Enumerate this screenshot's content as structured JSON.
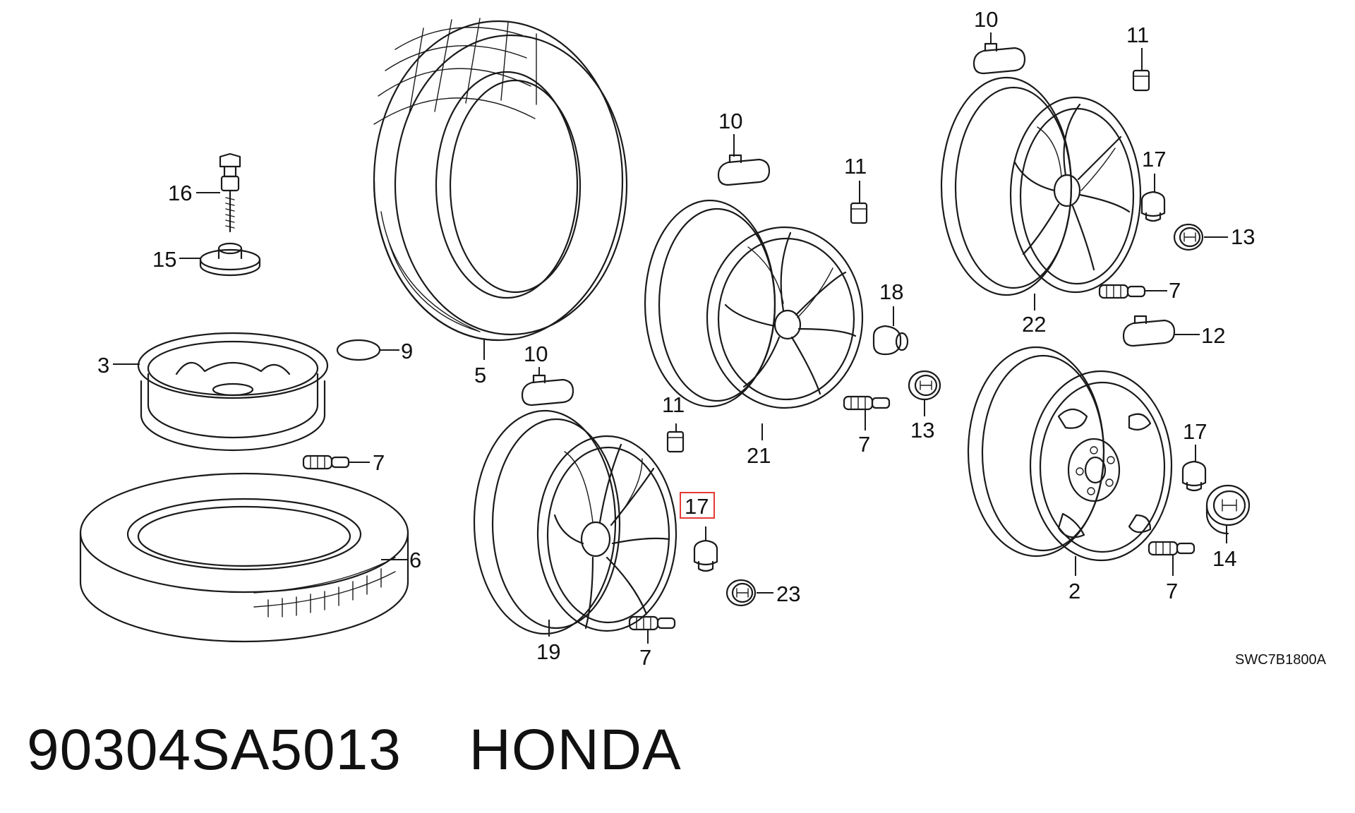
{
  "diagram": {
    "code": "SWC7B1800A",
    "highlighted_callout": "17",
    "accent_color": "#e53935"
  },
  "callouts": {
    "c16": "16",
    "c15": "15",
    "c3": "3",
    "c9": "9",
    "c5": "5",
    "c7a": "7",
    "c6": "6",
    "c10a": "10",
    "c11a": "11",
    "c17a": "17",
    "c23": "23",
    "c19": "19",
    "c7b": "7",
    "c10b": "10",
    "c11b": "11",
    "c18": "18",
    "c13a": "13",
    "c7c": "7",
    "c21": "21",
    "c10c": "10",
    "c11c": "11",
    "c17b": "17",
    "c13b": "13",
    "c7d": "7",
    "c22": "22",
    "c12": "12",
    "c17c": "17",
    "c14": "14",
    "c2": "2",
    "c7e": "7"
  },
  "footer": {
    "part_number": "90304SA5013",
    "brand": "HONDA"
  }
}
